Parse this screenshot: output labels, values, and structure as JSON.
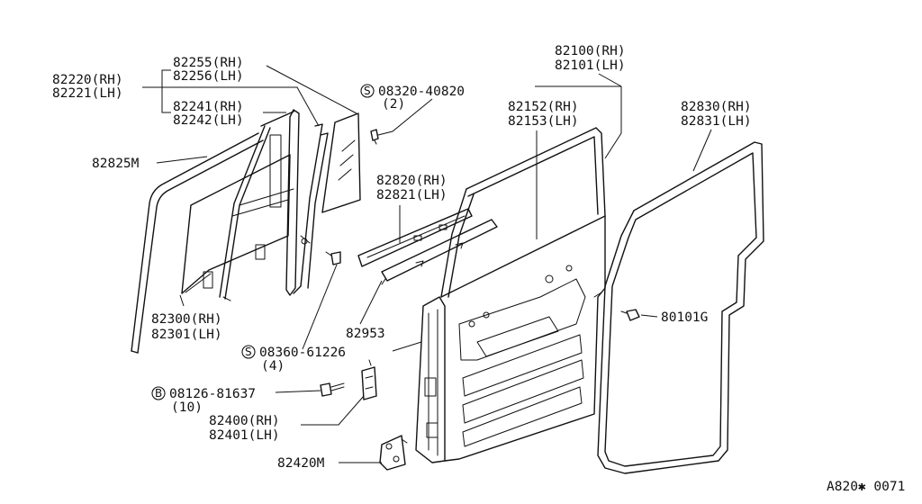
{
  "diagram_code": "A820✱ 0071",
  "parts": {
    "p82220": "82220(RH)",
    "p82221": "82221(LH)",
    "p82255": "82255(RH)",
    "p82256": "82256(LH)",
    "p82241": "82241(RH)",
    "p82242": "82242(LH)",
    "p82825M": "82825M",
    "p82300": "82300(RH)",
    "p82301": "82301(LH)",
    "s08320": "08320-40820",
    "s08320_qty": "(2)",
    "p82100": "82100(RH)",
    "p82101": "82101(LH)",
    "p82152": "82152(RH)",
    "p82153": "82153(LH)",
    "p82820": "82820(RH)",
    "p82821": "82821(LH)",
    "p82830": "82830(RH)",
    "p82831": "82831(LH)",
    "p82953": "82953",
    "p80101G": "80101G",
    "s08360": "08360-61226",
    "s08360_qty": "(4)",
    "b08126": "08126-81637",
    "b08126_qty": "(10)",
    "p82400": "82400(RH)",
    "p82401": "82401(LH)",
    "p82420M": "82420M"
  },
  "symbols": {
    "screw": "S",
    "bolt": "B"
  }
}
